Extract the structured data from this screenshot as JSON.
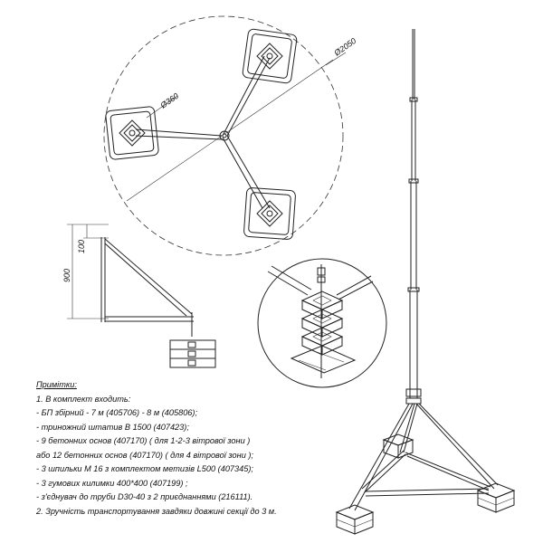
{
  "dimensions": {
    "pitch_diameter": "Ø2050",
    "pad_diameter": "Ø360",
    "height_total": "900",
    "height_top": "100"
  },
  "notes": {
    "heading": "Примітки:",
    "lines": [
      "1. В комплект входить:",
      "- БП збірний - 7 м (405706) - 8 м (405806);",
      "-          триножний штатив В 1500 (407423);",
      "-          9 бетонних основ (407170) ( для 1-2-3 вітрової зони )",
      "або 12 бетонних основ (407170) ( для 4 вітрової зони );",
      "-          3 шпильки М 16 з комплектом метизів L500 (407345);",
      "-          3 гумових килимки 400*400 (407199) ;",
      "-          з'єднувач до труби D30-40 з 2 приєднаннями (216111).",
      "2. Зручність транспортування завдяки довжині секції до 3 м."
    ]
  }
}
